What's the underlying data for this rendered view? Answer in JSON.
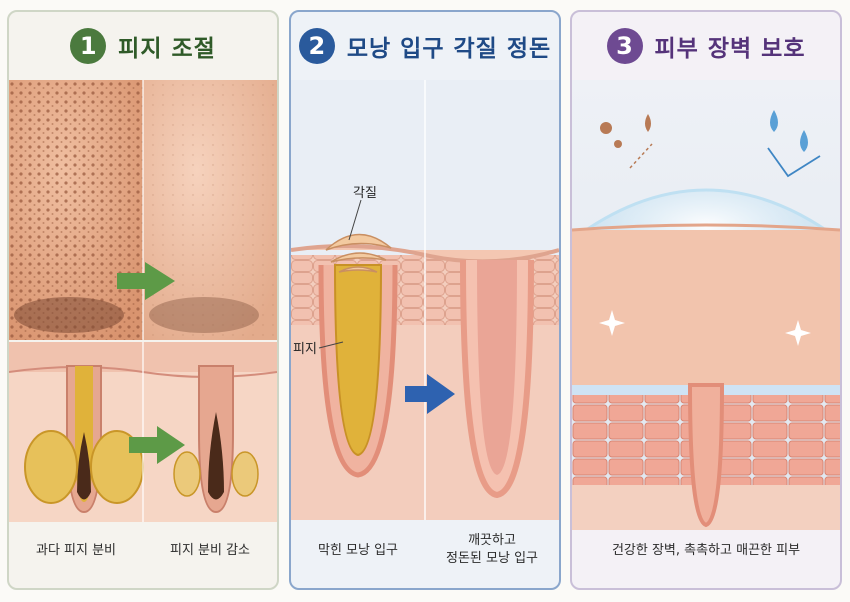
{
  "panels": [
    {
      "number": "1",
      "title": "피지 조절",
      "captions": [
        "과다 피지 분비",
        "피지 분비 감소"
      ]
    },
    {
      "number": "2",
      "title": "모낭 입구 각질 정돈",
      "labels": {
        "keratin": "각질",
        "sebum": "피지"
      },
      "captions": [
        "막힌 모낭 입구",
        "깨끗하고",
        "정돈된 모낭 입구"
      ]
    },
    {
      "number": "3",
      "title": "피부 장벽 보호",
      "captions": [
        "건강한 장벽, 촉촉하고 매끈한 피부"
      ]
    }
  ],
  "colors": {
    "green": "#4b8a3a",
    "blue": "#2e62b0",
    "purple": "#6e4a92",
    "skin": "#f2c3a8",
    "sebum": "#e0b23a"
  }
}
